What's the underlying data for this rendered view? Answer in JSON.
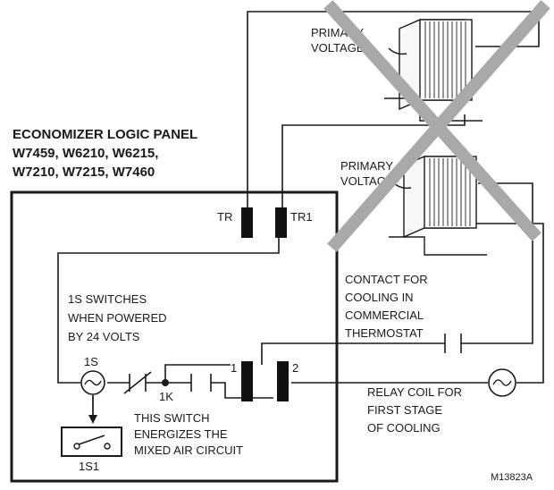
{
  "panel": {
    "title": "ECONOMIZER LOGIC PANEL",
    "models_line1": "W7459, W6210, W6215,",
    "models_line2": "W7210, W7215, W7460"
  },
  "terminals": {
    "tr": "TR",
    "tr1": "TR1",
    "relay1": "1",
    "relay2": "2"
  },
  "transformers": [
    {
      "line1": "PRIMARY",
      "line2": "VOLTAGE"
    },
    {
      "line1": "PRIMARY",
      "line2": "VOLTAGE"
    }
  ],
  "switch_note": [
    "1S SWITCHES",
    "WHEN POWERED",
    "BY 24 VOLTS"
  ],
  "relay_labels": {
    "s1": "1S",
    "k1": "1K",
    "s1_switch": "1S1"
  },
  "mixed_air_note": [
    "THIS SWITCH",
    "ENERGIZES THE",
    "MIXED AIR CIRCUIT"
  ],
  "contact_note": [
    "CONTACT FOR",
    "COOLING IN",
    "COMMERCIAL",
    "THERMOSTAT"
  ],
  "coil_note": [
    "RELAY COIL FOR",
    "FIRST STAGE",
    "OF COOLING"
  ],
  "figure_code": "M13823A",
  "colors": {
    "ink": "#1a1a1a",
    "cross_out": "#a9a9a9"
  }
}
